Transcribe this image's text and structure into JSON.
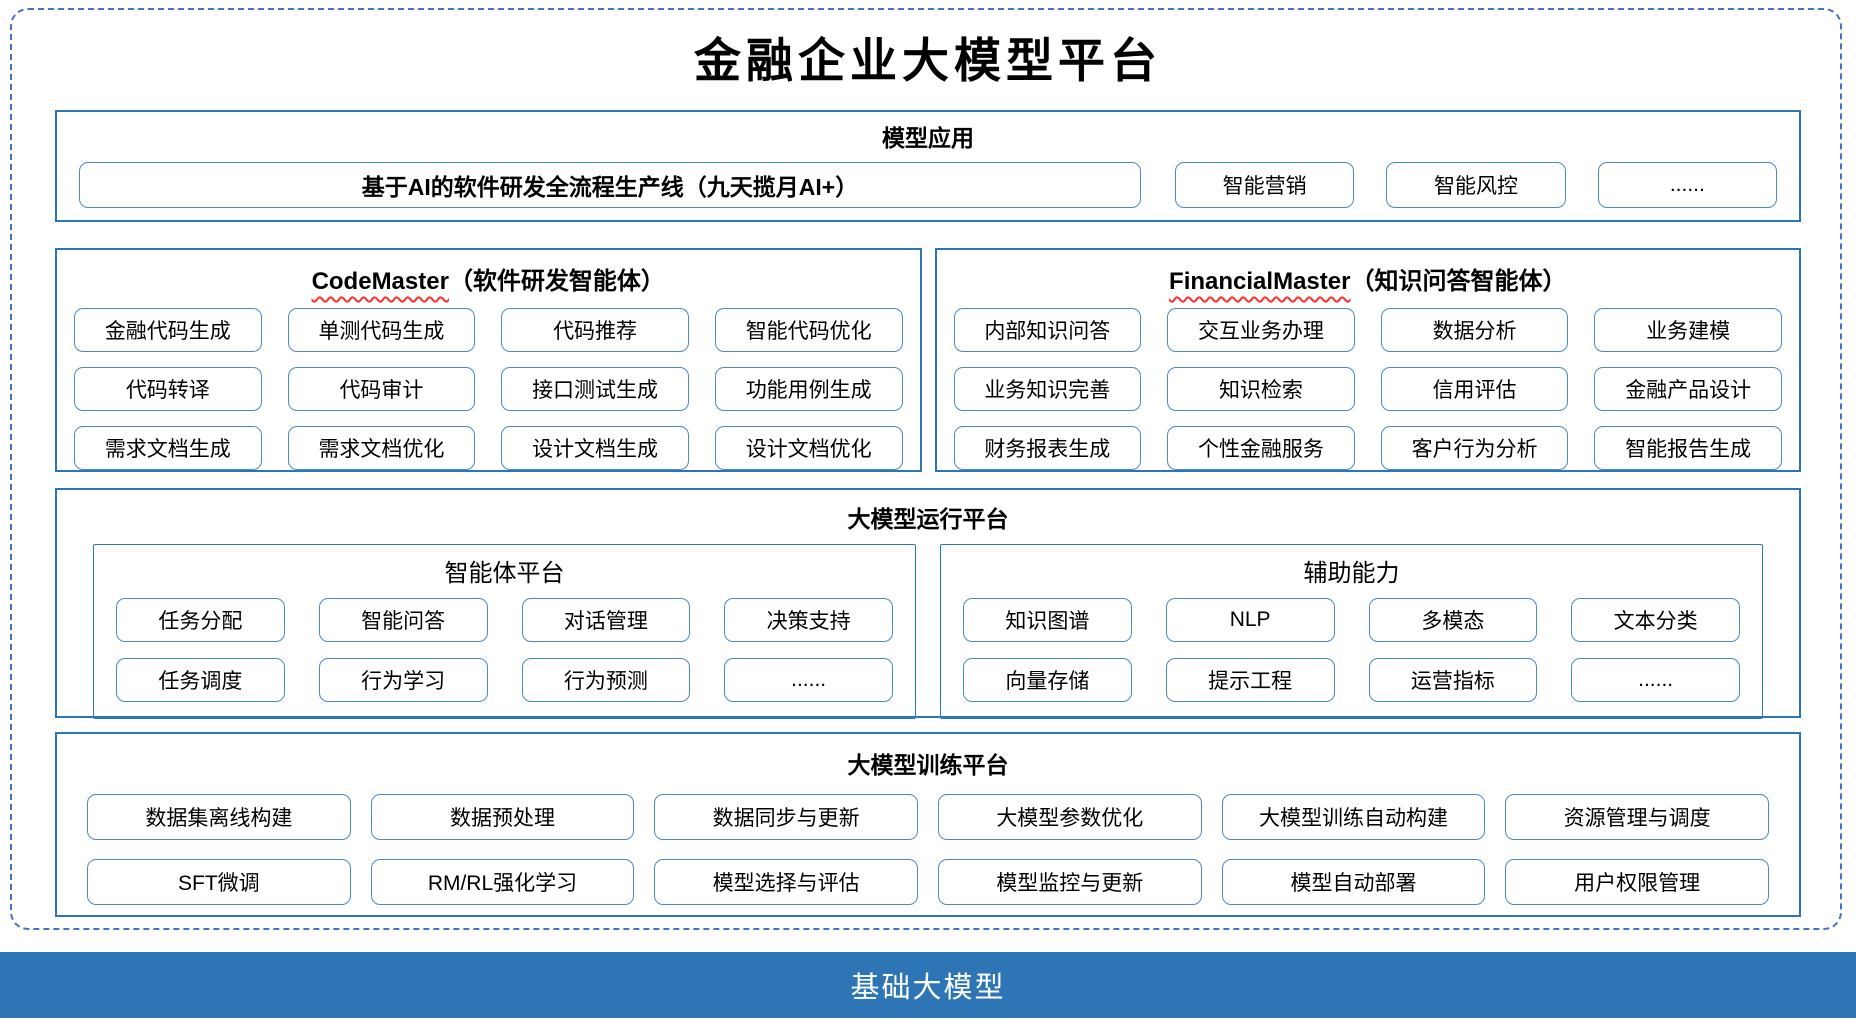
{
  "page": {
    "title": "金融企业大模型平台"
  },
  "model_application": {
    "header": "模型应用",
    "pipeline_item": "基于AI的软件研发全流程生产线（九天揽月AI+）",
    "items": [
      "智能营销",
      "智能风控",
      "......"
    ]
  },
  "code_master": {
    "name": "CodeMaster",
    "subtitle": "（软件研发智能体）",
    "items": [
      "金融代码生成",
      "单测代码生成",
      "代码推荐",
      "智能代码优化",
      "代码转译",
      "代码审计",
      "接口测试生成",
      "功能用例生成",
      "需求文档生成",
      "需求文档优化",
      "设计文档生成",
      "设计文档优化"
    ]
  },
  "financial_master": {
    "name": "FinancialMaster",
    "subtitle": "（知识问答智能体）",
    "items": [
      "内部知识问答",
      "交互业务办理",
      "数据分析",
      "业务建模",
      "业务知识完善",
      "知识检索",
      "信用评估",
      "金融产品设计",
      "财务报表生成",
      "个性金融服务",
      "客户行为分析",
      "智能报告生成"
    ]
  },
  "run_platform": {
    "header": "大模型运行平台",
    "agent_platform": {
      "header": "智能体平台",
      "items": [
        "任务分配",
        "智能问答",
        "对话管理",
        "决策支持",
        "任务调度",
        "行为学习",
        "行为预测",
        "......"
      ]
    },
    "auxiliary": {
      "header": "辅助能力",
      "items": [
        "知识图谱",
        "NLP",
        "多模态",
        "文本分类",
        "向量存储",
        "提示工程",
        "运营指标",
        "......"
      ]
    }
  },
  "train_platform": {
    "header": "大模型训练平台",
    "items": [
      "数据集离线构建",
      "数据预处理",
      "数据同步与更新",
      "大模型参数优化",
      "大模型训练自动构建",
      "资源管理与调度",
      "SFT微调",
      "RM/RL强化学习",
      "模型选择与评估",
      "模型监控与更新",
      "模型自动部署",
      "用户权限管理"
    ]
  },
  "base_model": {
    "label": "基础大模型"
  },
  "colors": {
    "accent": "#2E75B6",
    "box_border": "#4a89c8",
    "dashed_border": "#4472C4",
    "squiggle": "#FF2F2F",
    "bar_bg": "#2E75B6"
  }
}
